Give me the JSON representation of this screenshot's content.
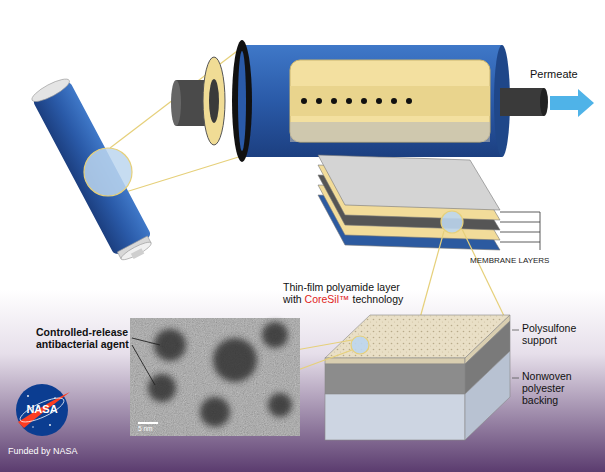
{
  "diagram": {
    "labels": [
      "Permeate",
      "MEMBRANE LAYERS",
      "Thin-film polyamide layer with CoreSil™ technology",
      "Polysulfone support",
      "Nonwoven polyester backing",
      "Controlled-release antibacterial agent",
      "5 nm",
      "NASA",
      "Funded by NASA"
    ]
  }
}
